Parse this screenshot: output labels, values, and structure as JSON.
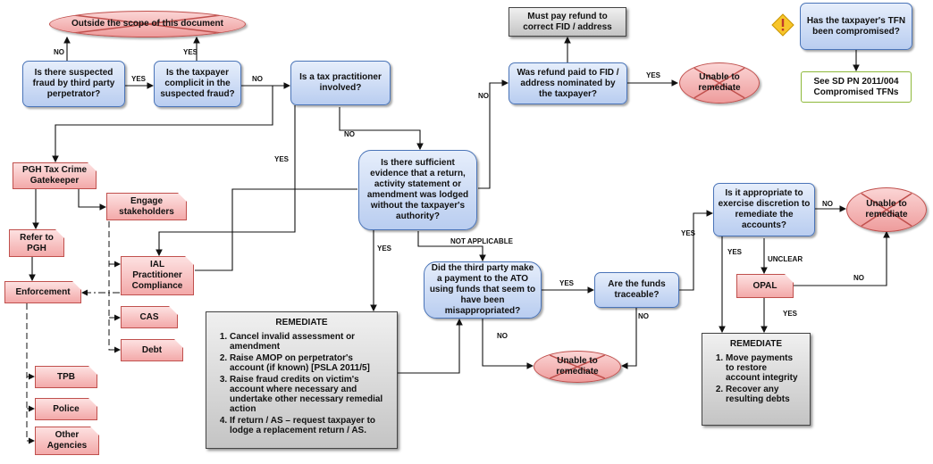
{
  "nodes": {
    "outside_scope": "Outside the scope of this document",
    "suspected_fraud": "Is there suspected fraud by third party perpetrator?",
    "taxpayer_complicit": "Is  the taxpayer complicit in the suspected fraud?",
    "tax_practitioner": "Is  a tax practitioner involved?",
    "must_pay_refund": "Must pay refund to correct FID / address",
    "refund_paid_fid": "Was refund paid to FID / address nominated by the taxpayer?",
    "unable_remediate_1": "Unable to remediate",
    "tfn_compromised": "Has the taxpayer's TFN been compromised?",
    "see_sd_pn": "See SD PN 2011/004 Compromised TFNs",
    "pgh_gatekeeper": "PGH Tax Crime Gatekeeper",
    "engage_stakeholders": "Engage stakeholders",
    "sufficient_evidence": "Is there sufficient evidence that a return, activity statement or amendment was lodged without the taxpayer's authority?",
    "appropriate_discretion": "Is it appropriate to exercise discretion to remediate the accounts?",
    "unable_remediate_2": "Unable to remediate",
    "refer_pgh": "Refer to PGH",
    "ial_practitioner": "IAL Practitioner Compliance",
    "enforcement": "Enforcement",
    "third_party_payment": "Did the third party make a payment to the ATO using funds that seem to have been misappropriated?",
    "funds_traceable": "Are the funds traceable?",
    "opal": "OPAL",
    "cas": "CAS",
    "debt": "Debt",
    "unable_remediate_3": "Unable to remediate",
    "tpb": "TPB",
    "police": "Police",
    "other_agencies": "Other Agencies"
  },
  "remediate_main": {
    "title": "REMEDIATE",
    "items": [
      "Cancel invalid assessment or amendment",
      "Raise AMOP on perpetrator's account (if known) [PSLA 2011/5]",
      "Raise fraud credits on victim's account where necessary and undertake other necessary remedial action",
      "If return / AS – request taxpayer to lodge a replacement return / AS."
    ]
  },
  "remediate_right": {
    "title": "REMEDIATE",
    "items": [
      "Move payments to restore account integrity",
      "Recover any resulting debts"
    ]
  },
  "labels": {
    "no_outside": "NO",
    "yes_complicit": "YES",
    "yes_suspected": "YES",
    "no_complicit": "NO",
    "yes_practitioner": "YES",
    "no_practitioner": "NO",
    "no_evidence": "NO",
    "yes_refund": "YES",
    "yes_evidence": "YES",
    "not_applicable": "NOT APPLICABLE",
    "yes_payment": "YES",
    "no_payment": "NO",
    "no_traceable": "NO",
    "yes_traceable": "YES",
    "no_discretion": "NO",
    "yes_discretion": "YES",
    "unclear": "UNCLEAR",
    "no_opal": "NO",
    "yes_opal": "YES"
  },
  "icons": {
    "warning": "warning-icon",
    "cross": "cross-out-icon"
  },
  "colors": {
    "decision_border": "#4a74b8",
    "action_fill": "#f3a9a9",
    "outcome_border": "#c0504d",
    "remediate_fill": "#c4c4c4",
    "reference_border": "#8db83a"
  }
}
